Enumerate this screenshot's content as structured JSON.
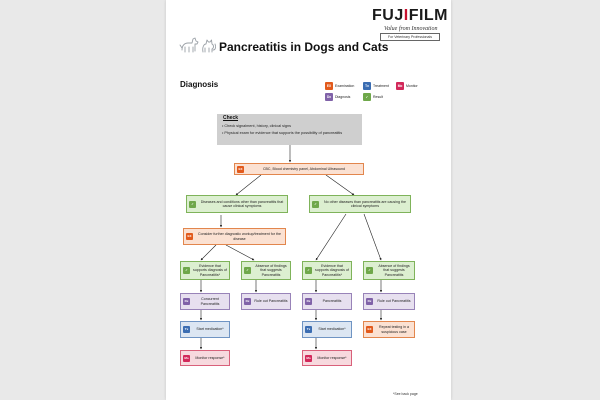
{
  "brand": {
    "logo_pre": "FUJ",
    "logo_i": "I",
    "logo_post": "FILM",
    "tagline": "Value from Innovation",
    "audience": "For Veterinary Professionals"
  },
  "title": "Pancreatitis in Dogs and Cats",
  "section": "Diagnosis",
  "legend": [
    {
      "code": "EX",
      "label": "Examination",
      "color": "#e25a1c"
    },
    {
      "code": "Tx",
      "label": "Treatment",
      "color": "#3b6db2"
    },
    {
      "code": "Mo",
      "label": "Monitor",
      "color": "#d2285a"
    },
    {
      "code": "Dx",
      "label": "Diagnosis",
      "color": "#8062a8"
    },
    {
      "code": "✓",
      "label": "Result",
      "color": "#6fa84a"
    }
  ],
  "check": {
    "title": "Check",
    "items": [
      "• Check signalment, history, clinical signs",
      "• Physical exam for evidence that supports the possibility of pancreatitis"
    ]
  },
  "nodes": {
    "tests": {
      "code": "EX",
      "text": "CBC, Blood chemistry panel, Abdominal Ultrasound"
    },
    "other_diseases": {
      "code": "✓",
      "text": "Diseases and conditions other than pancreatitis that cause clinical symptoms"
    },
    "no_other": {
      "code": "✓",
      "text": "No other diseases than pancreatitis are causing the clinical symptoms"
    },
    "further": {
      "code": "EX",
      "text": "Consider further diagnostic workup/treatment for the disease"
    },
    "evidence_l": {
      "code": "✓",
      "text": "Evidence that supports diagnosis of Pancreatitis*"
    },
    "absence_l": {
      "code": "✓",
      "text": "Absence of findings that suggests Pancreatitis"
    },
    "evidence_r": {
      "code": "✓",
      "text": "Evidence that supports diagnosis of Pancreatitis*"
    },
    "absence_r": {
      "code": "✓",
      "text": "Absence of findings that suggests Pancreatitis"
    },
    "concurrent": {
      "code": "Dx",
      "text": "Concurrent Pancreatitis"
    },
    "ruleout_l": {
      "code": "Dx",
      "text": "Rule out Pancreatitis"
    },
    "pancreatitis": {
      "code": "Dx",
      "text": "Pancreatitis"
    },
    "ruleout_r": {
      "code": "Dx",
      "text": "Rule out Pancreatitis"
    },
    "start_l": {
      "code": "Tx",
      "text": "Start medication*"
    },
    "start_r": {
      "code": "Tx",
      "text": "Start medication*"
    },
    "repeat": {
      "code": "EX",
      "text": "Repeat testing in a suspicious case"
    },
    "monitor_l": {
      "code": "Mo",
      "text": "Monitor response*"
    },
    "monitor_r": {
      "code": "Mo",
      "text": "Monitor response*"
    }
  },
  "footnote": "*See back page"
}
